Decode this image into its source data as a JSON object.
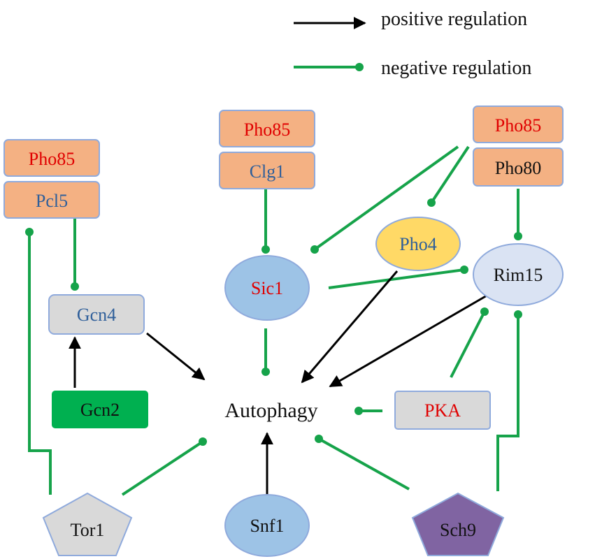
{
  "legend": {
    "positive": "positive regulation",
    "negative": "negative regulation"
  },
  "nodes": {
    "pho85_left": "Pho85",
    "pcl5": "Pcl5",
    "pho85_mid": "Pho85",
    "clg1": "Clg1",
    "pho85_right": "Pho85",
    "pho80": "Pho80",
    "pho4": "Pho4",
    "sic1": "Sic1",
    "rim15": "Rim15",
    "gcn4": "Gcn4",
    "gcn2": "Gcn2",
    "autophagy": "Autophagy",
    "pka": "PKA",
    "tor1": "Tor1",
    "snf1": "Snf1",
    "sch9": "Sch9"
  },
  "colors": {
    "positive": "#000000",
    "negative": "#16a34a",
    "red_text": "#e00000",
    "blue_text": "#2f5f9a",
    "black_text": "#111111",
    "orange_box": "#f4b183",
    "orange_border": "#8faadc",
    "blue_node": "#9dc3e6",
    "light_blue_node": "#dae3f3",
    "yellow_node": "#ffd966",
    "gray_node": "#d9d9d9",
    "green_node": "#00b050",
    "purple_node": "#8064a2"
  }
}
